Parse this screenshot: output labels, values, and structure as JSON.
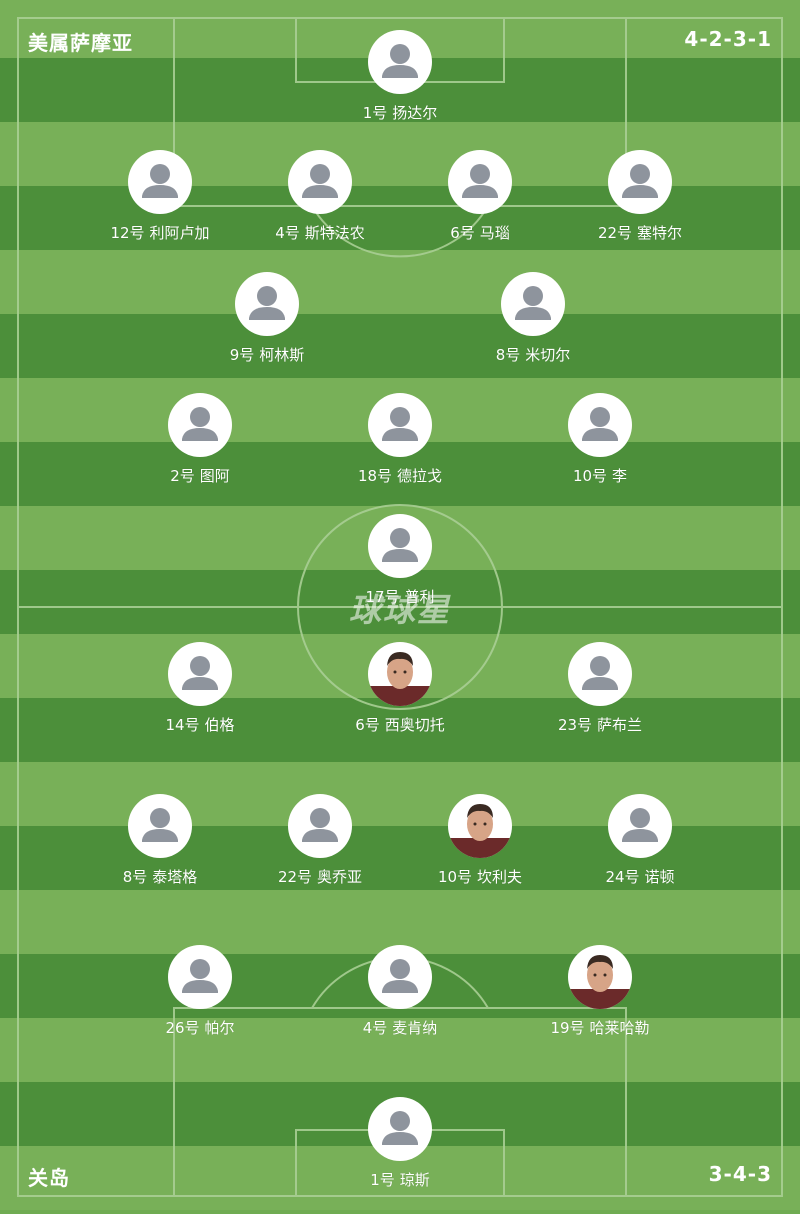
{
  "home": {
    "team": "美属萨摩亚",
    "formation": "4-2-3-1",
    "lines": [
      [
        {
          "number": "1号",
          "name": "扬达尔"
        }
      ],
      [
        {
          "number": "12号",
          "name": "利阿卢加"
        },
        {
          "number": "4号",
          "name": "斯特法农"
        },
        {
          "number": "6号",
          "name": "马瑙"
        },
        {
          "number": "22号",
          "name": "塞特尔"
        }
      ],
      [
        {
          "number": "9号",
          "name": "柯林斯"
        },
        {
          "number": "8号",
          "name": "米切尔"
        }
      ],
      [
        {
          "number": "2号",
          "name": "图阿"
        },
        {
          "number": "18号",
          "name": "德拉戈"
        },
        {
          "number": "10号",
          "name": "李"
        }
      ],
      [
        {
          "number": "17号",
          "name": "普利"
        }
      ]
    ]
  },
  "away": {
    "team": "关岛",
    "formation": "3-4-3",
    "lines": [
      [
        {
          "number": "14号",
          "name": "伯格"
        },
        {
          "number": "6号",
          "name": "西奥切托",
          "photo": true
        },
        {
          "number": "23号",
          "name": "萨布兰"
        }
      ],
      [
        {
          "number": "8号",
          "name": "泰塔格"
        },
        {
          "number": "22号",
          "name": "奥乔亚"
        },
        {
          "number": "10号",
          "name": "坎利夫",
          "photo": true
        },
        {
          "number": "24号",
          "name": "诺顿"
        }
      ],
      [
        {
          "number": "26号",
          "name": "帕尔"
        },
        {
          "number": "4号",
          "name": "麦肯纳"
        },
        {
          "number": "19号",
          "name": "哈莱哈勒",
          "photo": true
        }
      ],
      [
        {
          "number": "1号",
          "name": "琼斯"
        }
      ]
    ]
  },
  "watermark": "球球星",
  "icons": {
    "avatar": "person-silhouette-icon"
  },
  "colors": {
    "stripe_light": "#78b058",
    "stripe_dark": "#4c8f3a",
    "line": "#a9cf94"
  }
}
